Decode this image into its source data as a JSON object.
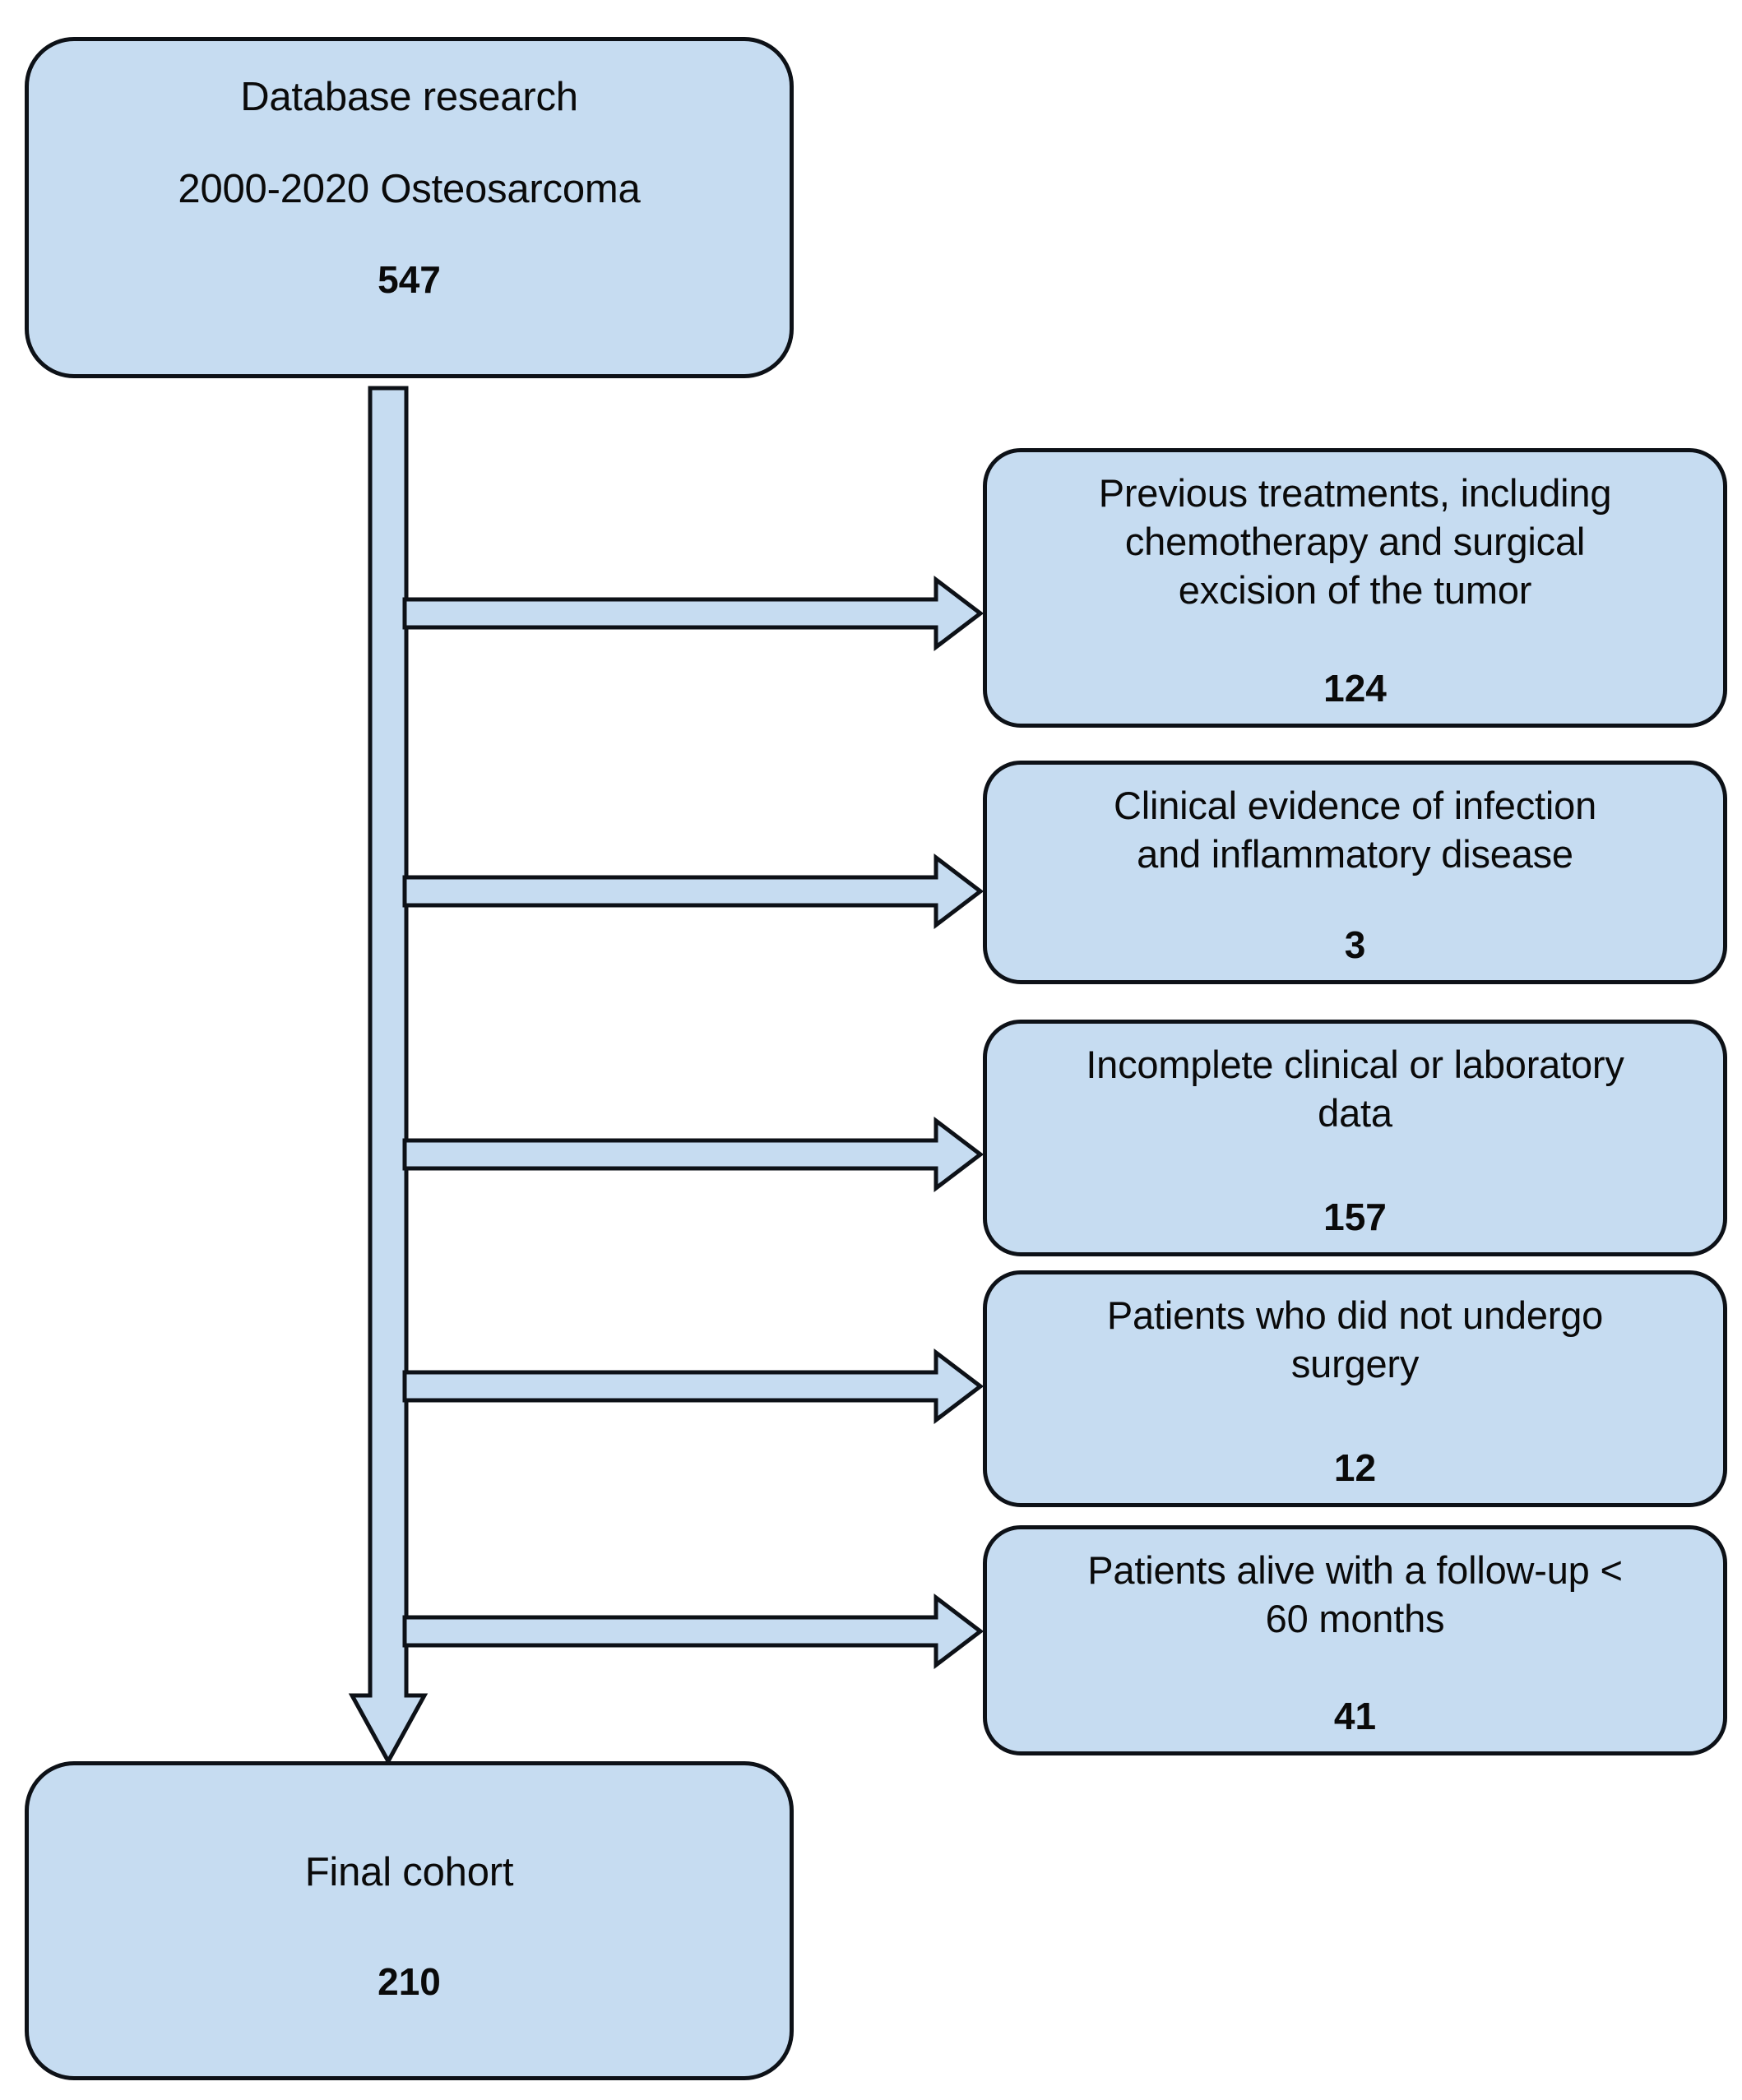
{
  "diagram": {
    "type": "patient-selection-flowchart",
    "colors": {
      "box_fill": "#c6dcf1",
      "box_border": "#0d1117",
      "text": "#0a0a0a",
      "background": "#ffffff"
    },
    "source_box": {
      "line1": "Database research",
      "line2": "2000-2020 Osteosarcoma",
      "count": "547"
    },
    "exclusions": [
      {
        "label": "Previous treatments, including\nchemotherapy and surgical\nexcision of the tumor",
        "count": "124"
      },
      {
        "label": "Clinical evidence of infection\nand inflammatory disease",
        "count": "3"
      },
      {
        "label": "Incomplete clinical or laboratory\ndata",
        "count": "157"
      },
      {
        "label": "Patients who did not undergo\nsurgery",
        "count": "12"
      },
      {
        "label": "Patients alive with a follow-up <\n60 months",
        "count": "41"
      }
    ],
    "final_box": {
      "line1": "Final cohort",
      "count": "210"
    },
    "arrows": {
      "main_flow": "down-arrow-source-to-final",
      "exclusion_arrows": [
        "right-arrow-exclusion-1",
        "right-arrow-exclusion-2",
        "right-arrow-exclusion-3",
        "right-arrow-exclusion-4",
        "right-arrow-exclusion-5"
      ]
    }
  }
}
